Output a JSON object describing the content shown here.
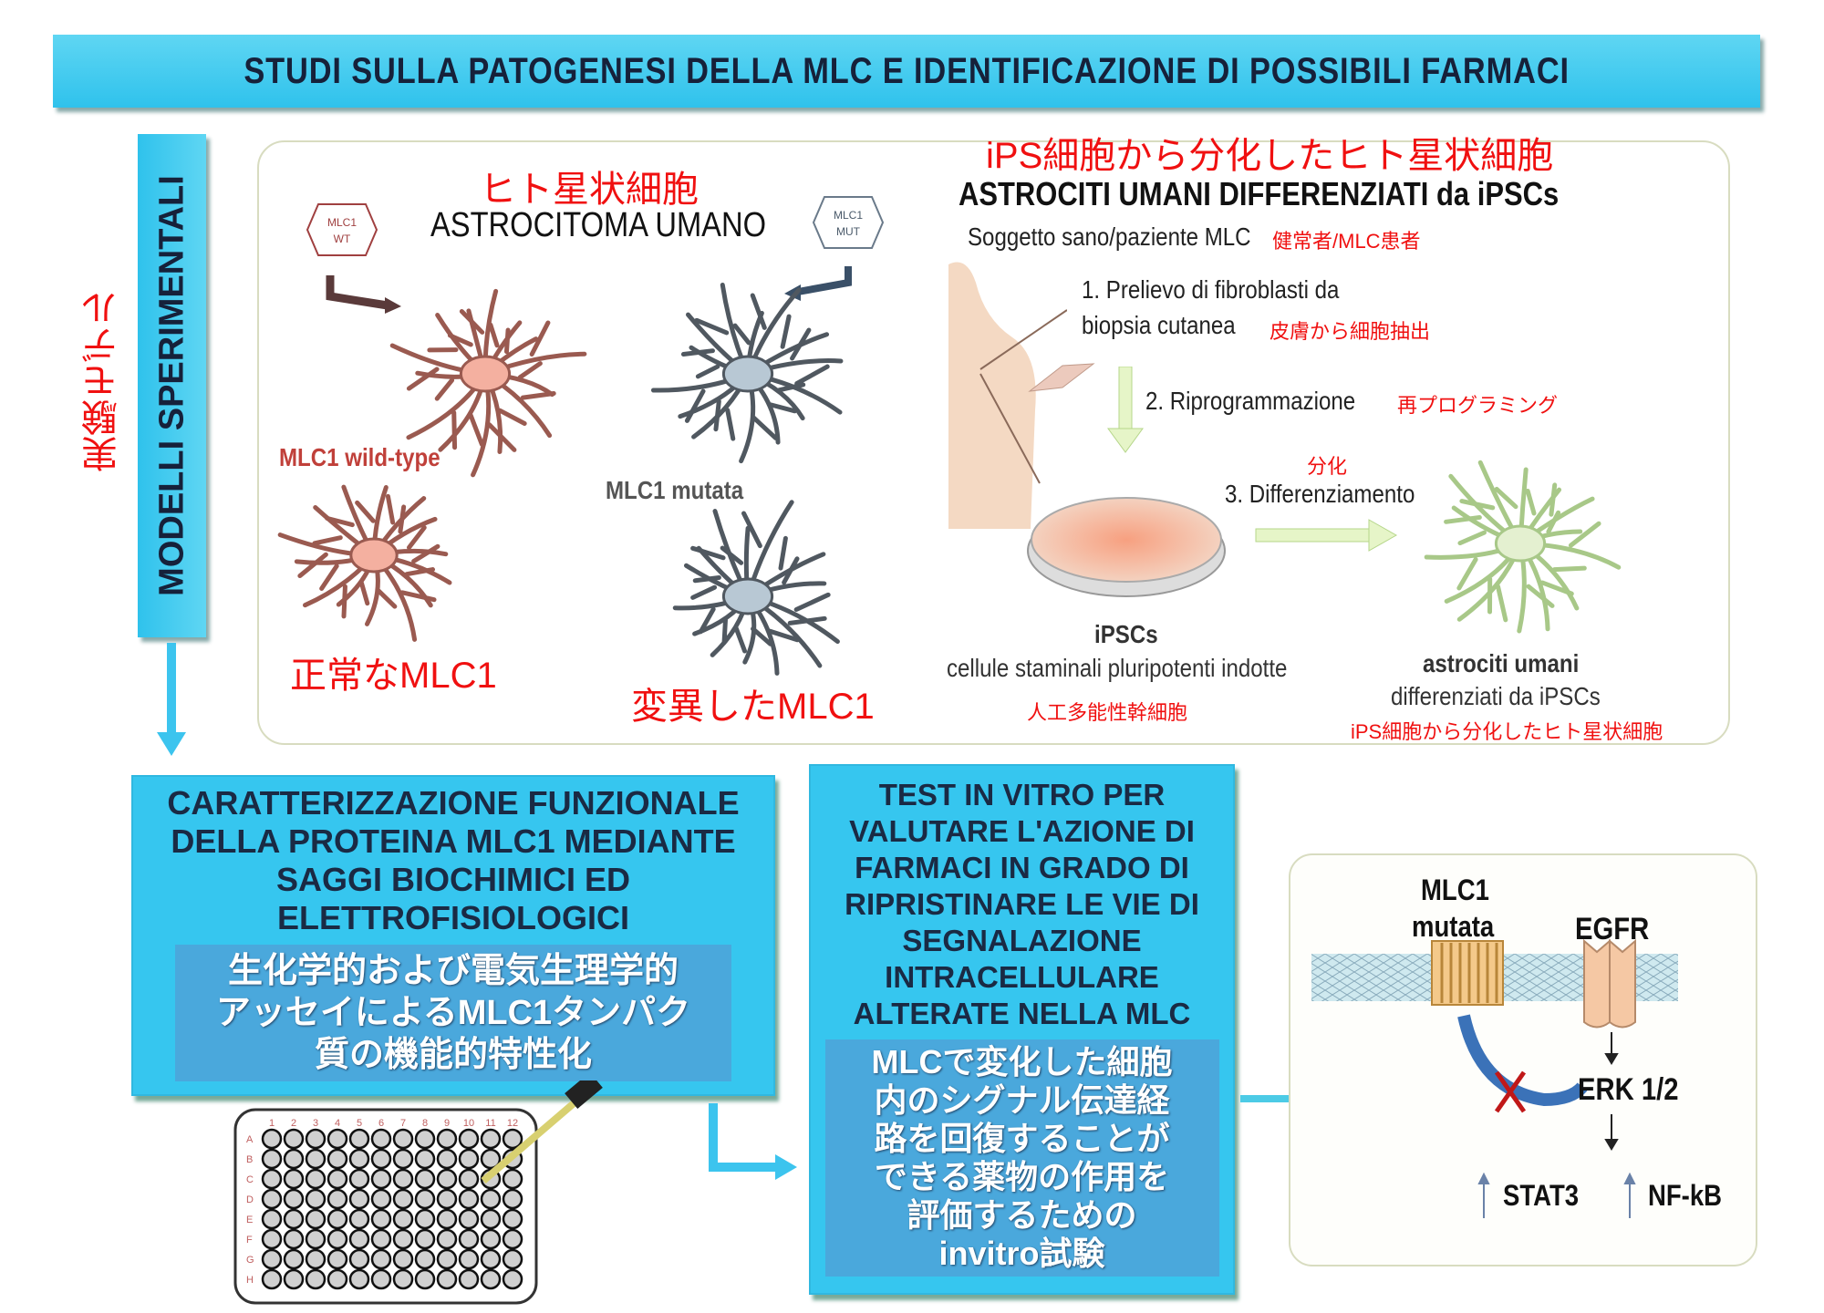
{
  "title": "STUDI SULLA PATOGENESI DELLA MLC E IDENTIFICAZIONE DI POSSIBILI FARMACI",
  "side": {
    "label": "MODELLI SPERIMENTALI",
    "label_jp": "実験モデル"
  },
  "astrocytoma": {
    "title_jp": "ヒト星状細胞",
    "title": "ASTROCITOMA UMANO",
    "hex_wt": [
      "MLC1",
      "WT"
    ],
    "hex_mut": [
      "MLC1",
      "MUT"
    ],
    "wt_label": "MLC1 wild-type",
    "wt_label_jp": "正常なMLC1",
    "mut_label": "MLC1 mutata",
    "mut_label_jp": "変異したMLC1"
  },
  "ipsc": {
    "title_jp": "iPS細胞から分化したヒト星状細胞",
    "title": "ASTROCITI UMANI DIFFERENZIATI da iPSCs",
    "subject": "Soggetto sano/paziente MLC",
    "subject_jp": "健常者/MLC患者",
    "step1_a": "1. Prelievo di fibroblasti da",
    "step1_b": "biopsia cutanea",
    "step1_jp": "皮膚から細胞抽出",
    "step2": "2. Riprogrammazione",
    "step2_jp": "再プログラミング",
    "step3": "3. Differenziamento",
    "step3_jp": "分化",
    "ipscs": "iPSCs",
    "ipscs_desc": "cellule staminali pluripotenti indotte",
    "ipscs_jp": "人工多能性幹細胞",
    "astro_a": "astrociti umani",
    "astro_b": "differenziati da iPSCs",
    "astro_jp": "iPS細胞から分化したヒト星状細胞"
  },
  "functional": {
    "lines": [
      "CARATTERIZZAZIONE FUNZIONALE",
      "DELLA PROTEINA MLC1 MEDIANTE",
      "SAGGI BIOCHIMICI ED",
      "ELETTROFISIOLOGICI"
    ],
    "lines_jp": [
      "生化学的および電気生理学的",
      "アッセイによるMLC1タンパク",
      "質の機能的特性化"
    ]
  },
  "plate": {
    "cols": [
      "1",
      "2",
      "3",
      "4",
      "5",
      "6",
      "7",
      "8",
      "9",
      "10",
      "11",
      "12"
    ],
    "rows": [
      "A",
      "B",
      "C",
      "D",
      "E",
      "F",
      "G",
      "H"
    ]
  },
  "test": {
    "lines": [
      "TEST IN VITRO PER",
      "VALUTARE L'AZIONE DI",
      "FARMACI IN GRADO DI",
      "RIPRISTINARE LE VIE DI",
      "SEGNALAZIONE",
      "INTRACELLULARE",
      "ALTERATE NELLA MLC"
    ],
    "lines_jp": [
      "MLCで変化した細胞",
      "内のシグナル伝達経",
      "路を回復することが",
      "できる薬物の作用を",
      "評価するための",
      "invitro試験"
    ]
  },
  "pathway": {
    "mlc1": "MLC1",
    "mutata": "mutata",
    "egfr": "EGFR",
    "erk": "ERK 1/2",
    "stat3": "STAT3",
    "nfkb": "NF-kB"
  },
  "colors": {
    "banner": "#36c6ef",
    "red_text": "#f01010",
    "dark_text": "#16213a"
  }
}
